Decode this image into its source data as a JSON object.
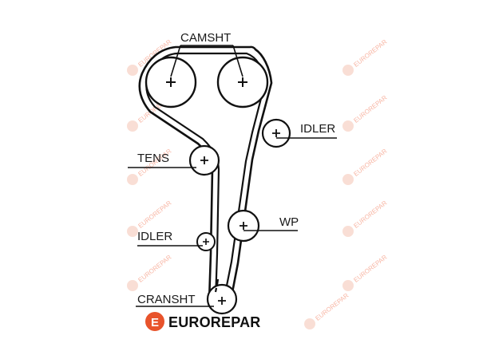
{
  "diagram": {
    "labels": {
      "camshaft": "CAMSHT",
      "idler_top": "IDLER",
      "tensioner": "TENS",
      "water_pump": "WP",
      "idler_bottom": "IDLER",
      "crankshaft": "CRANSHT"
    }
  },
  "brand": {
    "name": "EUROREPAR",
    "logo_letter": "E",
    "watermark_text": "EUROREPAR",
    "color": "#e8532b",
    "watermark_color": "#f3b8a4"
  }
}
